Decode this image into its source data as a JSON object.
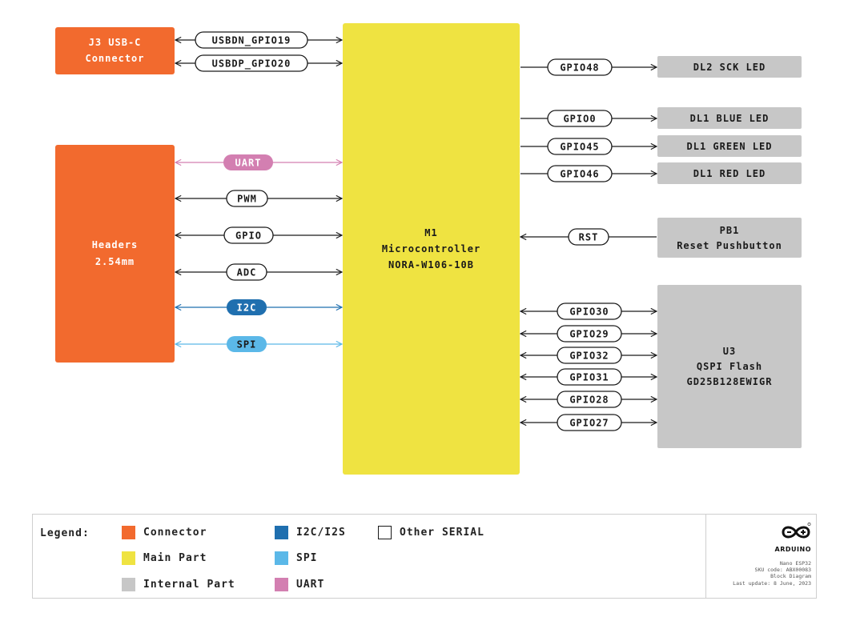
{
  "colors": {
    "connector": "#F26A2E",
    "main_part": "#EFE341",
    "internal_part": "#C7C7C7",
    "i2c": "#1F6FAF",
    "spi": "#5BB8E8",
    "uart": "#D37FB1",
    "line": "#1a1a1a"
  },
  "blocks": {
    "j3": {
      "line1": "J3 USB-C",
      "line2": "Connector"
    },
    "headers": {
      "line1": "Headers",
      "line2": "2.54mm"
    },
    "m1": {
      "line1": "M1",
      "line2": "Microcontroller",
      "line3": "NORA-W106-10B"
    },
    "dl2": {
      "label": "DL2 SCK LED"
    },
    "dl1_blue": {
      "label": "DL1 BLUE LED"
    },
    "dl1_green": {
      "label": "DL1 GREEN LED"
    },
    "dl1_red": {
      "label": "DL1 RED LED"
    },
    "pb1": {
      "line1": "PB1",
      "line2": "Reset Pushbutton"
    },
    "u3": {
      "line1": "U3",
      "line2": "QSPI Flash",
      "line3": "GD25B128EWIGR"
    }
  },
  "signals": {
    "usbdn": "USBDN_GPIO19",
    "usbdp": "USBDP_GPIO20",
    "uart": "UART",
    "pwm": "PWM",
    "gpio": "GPIO",
    "adc": "ADC",
    "i2c": "I2C",
    "spi": "SPI",
    "gpio48": "GPIO48",
    "gpio0": "GPIO0",
    "gpio45": "GPIO45",
    "gpio46": "GPIO46",
    "rst": "RST",
    "gpio30": "GPIO30",
    "gpio29": "GPIO29",
    "gpio32": "GPIO32",
    "gpio31": "GPIO31",
    "gpio28": "GPIO28",
    "gpio27": "GPIO27"
  },
  "legend": {
    "title": "Legend:",
    "connector": "Connector",
    "main_part": "Main Part",
    "internal_part": "Internal Part",
    "i2c_i2s": "I2C/I2S",
    "spi": "SPI",
    "uart": "UART",
    "other_serial": "Other SERIAL"
  },
  "brand": {
    "name": "ARDUINO",
    "product": "Nano ESP32",
    "sku": "SKU code: ABX00083",
    "doc": "Block Diagram",
    "updated": "Last update: 8 June, 2023"
  }
}
